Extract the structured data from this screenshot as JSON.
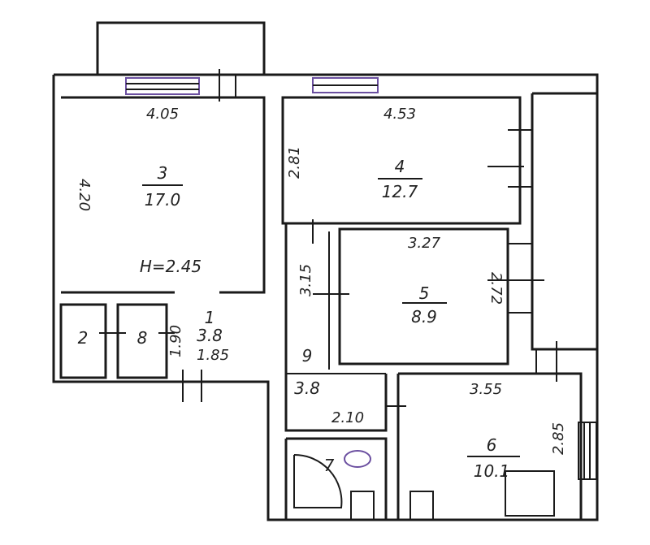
{
  "rooms": [
    {
      "number": "3",
      "area": "17.0",
      "width": "4.05",
      "length": "4.20"
    },
    {
      "number": "4",
      "area": "12.7",
      "width": "4.53",
      "length": "2.81"
    },
    {
      "number": "5",
      "area": "8.9",
      "width": "3.27",
      "length": "2.72"
    },
    {
      "number": "6",
      "area": "10.1",
      "width": "3.55",
      "length": "2.85"
    },
    {
      "number": "1",
      "area": "3.8",
      "width": "1.85",
      "length": "1.90"
    },
    {
      "number": "9",
      "area": "3.8",
      "width": "2.10",
      "length": "3.15"
    },
    {
      "number": "2"
    },
    {
      "number": "8"
    },
    {
      "number": "7"
    }
  ],
  "ceiling_height": "H=2.45",
  "colors": {
    "walls": "#1a1a1a",
    "annotation_ink": "#6b4fa0"
  }
}
